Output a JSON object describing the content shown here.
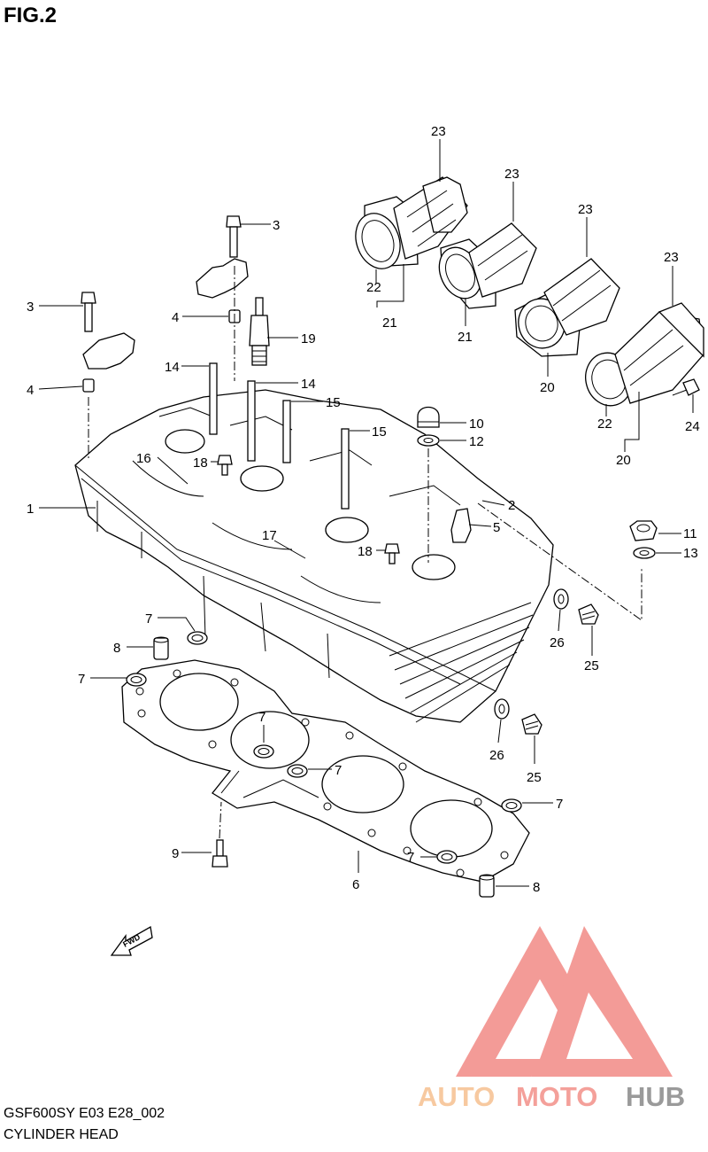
{
  "figure": {
    "title": "FIG.2",
    "model_code": "GSF600SY E03 E28_002",
    "name": "CYLINDER HEAD"
  },
  "callouts": [
    "1",
    "2",
    "3",
    "3",
    "4",
    "4",
    "5",
    "6",
    "7",
    "7",
    "7",
    "7",
    "7",
    "7",
    "8",
    "8",
    "9",
    "10",
    "11",
    "12",
    "13",
    "14",
    "14",
    "15",
    "15",
    "16",
    "17",
    "18",
    "18",
    "19",
    "20",
    "20",
    "21",
    "21",
    "22",
    "22",
    "23",
    "23",
    "23",
    "23",
    "24",
    "25",
    "25",
    "26",
    "26"
  ],
  "fwd_label": "FWD",
  "watermark": {
    "brand_parts": [
      "AUTO",
      "MOTO",
      "HUB"
    ],
    "colors": {
      "auto": "#f7c9a0",
      "moto": "#f4a09a",
      "hub": "#9a9a9a",
      "logo": "#f28a86"
    }
  }
}
